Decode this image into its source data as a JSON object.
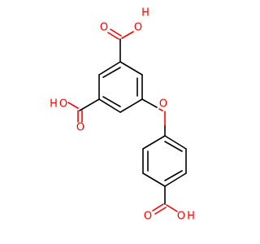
{
  "atoms": {
    "o_top_carbonyl": "O",
    "oh_top": "O",
    "h_top": "H",
    "ho_left_h": "H",
    "ho_left_o": "O",
    "o_left_carbonyl": "O",
    "o_ether": "O",
    "o_bottom_carbonyl": "O",
    "oh_bottom": "O",
    "h_bottom": "H"
  },
  "colors": {
    "bond": "#000000",
    "heteroatom": "#ff0000"
  }
}
